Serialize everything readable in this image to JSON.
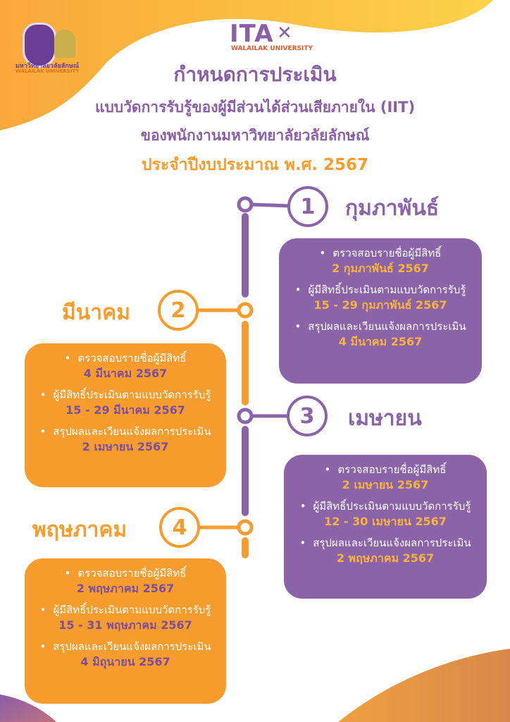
{
  "header": {
    "logo_university_th": "มหาวิทยาลัยวลัยลักษณ์",
    "logo_university_en": "WALAILAK UNIVERSITY",
    "ita_logo": "ITA",
    "ita_sub": "WALAILAK UNIVERSITY",
    "title": "กำหนดการประเมิน",
    "subtitle1": "แบบวัดการรับรู้ของผู้มีส่วนได้ส่วนเสียภายใน (IIT)",
    "subtitle2": "ของพนักงานมหาวิทยาลัยวลัยลักษณ์",
    "year_line": "ประจำปีงบประมาณ พ.ศ. 2567"
  },
  "colors": {
    "purple": "#8a63a9",
    "orange": "#f89c2e"
  },
  "steps": [
    {
      "number": "1",
      "month": "กุมภาพันธ์",
      "items": [
        {
          "label": "ตรวจสอบรายชื่อผู้มีสิทธิ์",
          "date": "2 กุมภาพันธ์ 2567"
        },
        {
          "label": "ผู้มีสิทธิ์ประเมินตามแบบวัดการรับรู้",
          "date": "15 - 29 กุมภาพันธ์ 2567"
        },
        {
          "label": "สรุปผลและเวียนแจ้งผลการประเมิน",
          "date": "4 มีนาคม 2567"
        }
      ]
    },
    {
      "number": "2",
      "month": "มีนาคม",
      "items": [
        {
          "label": "ตรวจสอบรายชื่อผู้มีสิทธิ์",
          "date": "4 มีนาคม 2567"
        },
        {
          "label": "ผู้มีสิทธิ์ประเมินตามแบบวัดการรับรู้",
          "date": "15 - 29 มีนาคม 2567"
        },
        {
          "label": "สรุปผลและเวียนแจ้งผลการประเมิน",
          "date": "2 เมษายน 2567"
        }
      ]
    },
    {
      "number": "3",
      "month": "เมษายน",
      "items": [
        {
          "label": "ตรวจสอบรายชื่อผู้มีสิทธิ์",
          "date": "2 เมษายน 2567"
        },
        {
          "label": "ผู้มีสิทธิ์ประเมินตามแบบวัดการรับรู้",
          "date": "12 - 30 เมษายน 2567"
        },
        {
          "label": "สรุปผลและเวียนแจ้งผลการประเมิน",
          "date": "2 พฤษภาคม 2567"
        }
      ]
    },
    {
      "number": "4",
      "month": "พฤษภาคม",
      "items": [
        {
          "label": "ตรวจสอบรายชื่อผู้มีสิทธิ์",
          "date": "2 พฤษภาคม 2567"
        },
        {
          "label": "ผู้มีสิทธิ์ประเมินตามแบบวัดการรับรู้",
          "date": "15 - 31 พฤษภาคม 2567"
        },
        {
          "label": "สรุปผลและเวียนแจ้งผลการประเมิน",
          "date": "4 มิถุนายน 2567"
        }
      ]
    }
  ]
}
